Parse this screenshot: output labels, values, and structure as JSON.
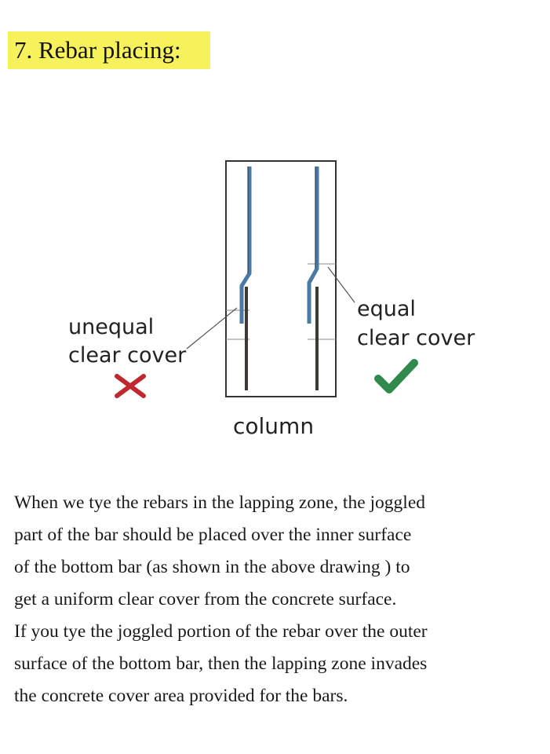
{
  "heading": "7.  Rebar placing:",
  "diagram": {
    "label_unequal_line1": "unequal",
    "label_unequal_line2": "clear cover",
    "label_equal_line1": "equal",
    "label_equal_line2": "clear cover",
    "label_column": "column",
    "wrong_icon": "cross-mark-icon",
    "right_icon": "check-mark-icon",
    "colors": {
      "rebar_blue": "#4a79a6",
      "rebar_dark": "#3d3a33",
      "cross_red": "#c0282f",
      "check_green": "#2f8a4b"
    }
  },
  "paragraph_lines": [
    "When we tye the rebars in the lapping zone, the joggled",
    "part of the bar should be placed over the inner surface",
    "of the bottom bar (as shown in the above drawing ) to",
    "get a uniform clear cover from the concrete surface.",
    "If you tye the joggled portion of the rebar over the outer",
    "surface of the bottom bar, then the lapping zone invades",
    "the concrete cover area provided for the bars."
  ]
}
